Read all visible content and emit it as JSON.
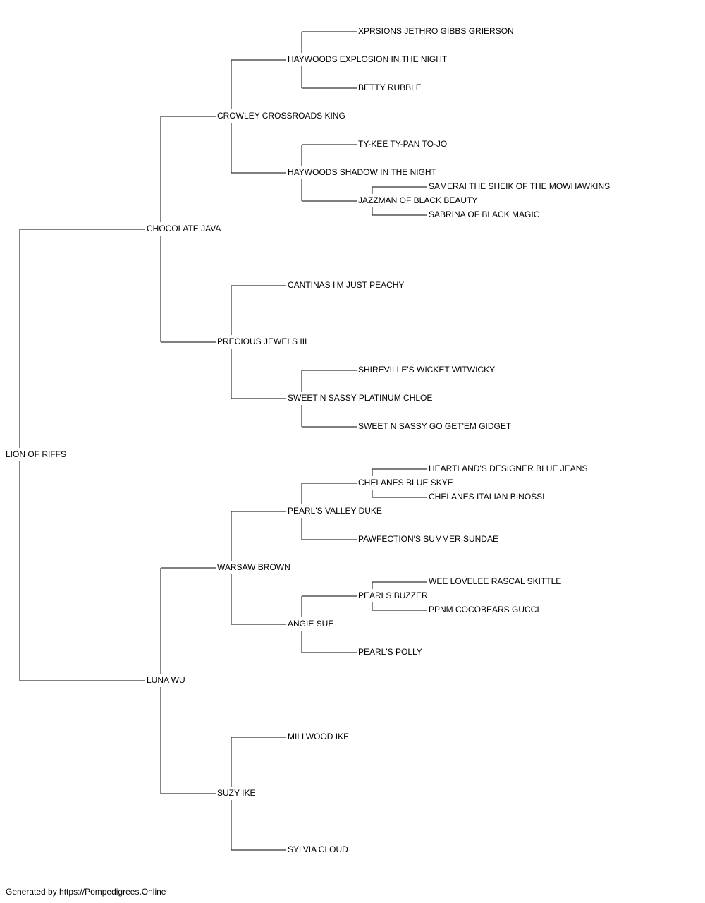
{
  "tree": {
    "name": "LION OF RIFFS",
    "sire": {
      "name": "CHOCOLATE JAVA",
      "sire": {
        "name": "CROWLEY CROSSROADS KING",
        "sire": {
          "name": "HAYWOODS EXPLOSION IN THE NIGHT",
          "sire": {
            "name": "XPRSIONS JETHRO GIBBS GRIERSON"
          },
          "dam": {
            "name": "BETTY RUBBLE"
          }
        },
        "dam": {
          "name": "HAYWOODS SHADOW IN THE NIGHT",
          "sire": {
            "name": "TY-KEE TY-PAN TO-JO"
          },
          "dam": {
            "name": "JAZZMAN OF BLACK BEAUTY",
            "sire": {
              "name": "SAMERAI THE SHEIK OF THE MOWHAWKINS"
            },
            "dam": {
              "name": "SABRINA OF BLACK MAGIC"
            }
          }
        }
      },
      "dam": {
        "name": "PRECIOUS JEWELS III",
        "sire": {
          "name": "CANTINAS I'M JUST PEACHY"
        },
        "dam": {
          "name": "SWEET N SASSY PLATINUM CHLOE",
          "sire": {
            "name": "SHIREVILLE'S WICKET WITWICKY"
          },
          "dam": {
            "name": "SWEET N SASSY GO GET'EM GIDGET"
          }
        }
      }
    },
    "dam": {
      "name": "LUNA WU",
      "sire": {
        "name": "WARSAW BROWN",
        "sire": {
          "name": "PEARL'S VALLEY DUKE",
          "sire": {
            "name": "CHELANES BLUE SKYE",
            "sire": {
              "name": "HEARTLAND'S DESIGNER BLUE JEANS"
            },
            "dam": {
              "name": "CHELANES ITALIAN BINOSSI"
            }
          },
          "dam": {
            "name": "PAWFECTION'S SUMMER SUNDAE"
          }
        },
        "dam": {
          "name": "ANGIE SUE",
          "sire": {
            "name": "PEARLS BUZZER",
            "sire": {
              "name": "WEE LOVELEE RASCAL SKITTLE"
            },
            "dam": {
              "name": "PPNM COCOBEARS GUCCI"
            }
          },
          "dam": {
            "name": "PEARL'S POLLY"
          }
        }
      },
      "dam": {
        "name": "SUZY IKE",
        "sire": {
          "name": "MILLWOOD IKE"
        },
        "dam": {
          "name": "SYLVIA CLOUD"
        }
      }
    }
  },
  "footer": {
    "text": "Generated by https://Pompedigrees.Online"
  },
  "colors": {
    "line": "#333333",
    "text": "#000000",
    "background": "#ffffff"
  }
}
